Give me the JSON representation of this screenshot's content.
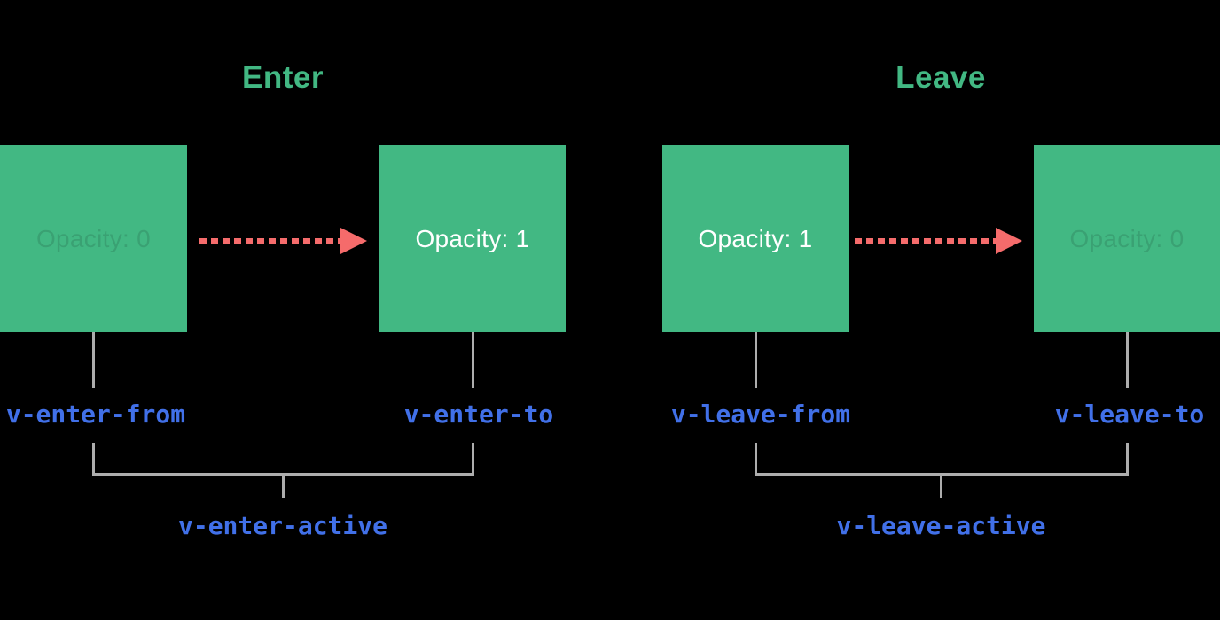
{
  "colors": {
    "background": "#000000",
    "box_green": "#42b883",
    "title_green": "#42b883",
    "arrow_red": "#f56b6b",
    "class_label_blue": "#4170e8",
    "connector_gray": "#adadad",
    "box_text_white": "#ffffff",
    "box_text_faint": "rgba(0,0,0,0.12)"
  },
  "enter": {
    "title": "Enter",
    "from_box_label": "Opacity: 0",
    "to_box_label": "Opacity: 1",
    "from_class": "v-enter-from",
    "to_class": "v-enter-to",
    "active_class": "v-enter-active"
  },
  "leave": {
    "title": "Leave",
    "from_box_label": "Opacity: 1",
    "to_box_label": "Opacity: 0",
    "from_class": "v-leave-from",
    "to_class": "v-leave-to",
    "active_class": "v-leave-active"
  }
}
